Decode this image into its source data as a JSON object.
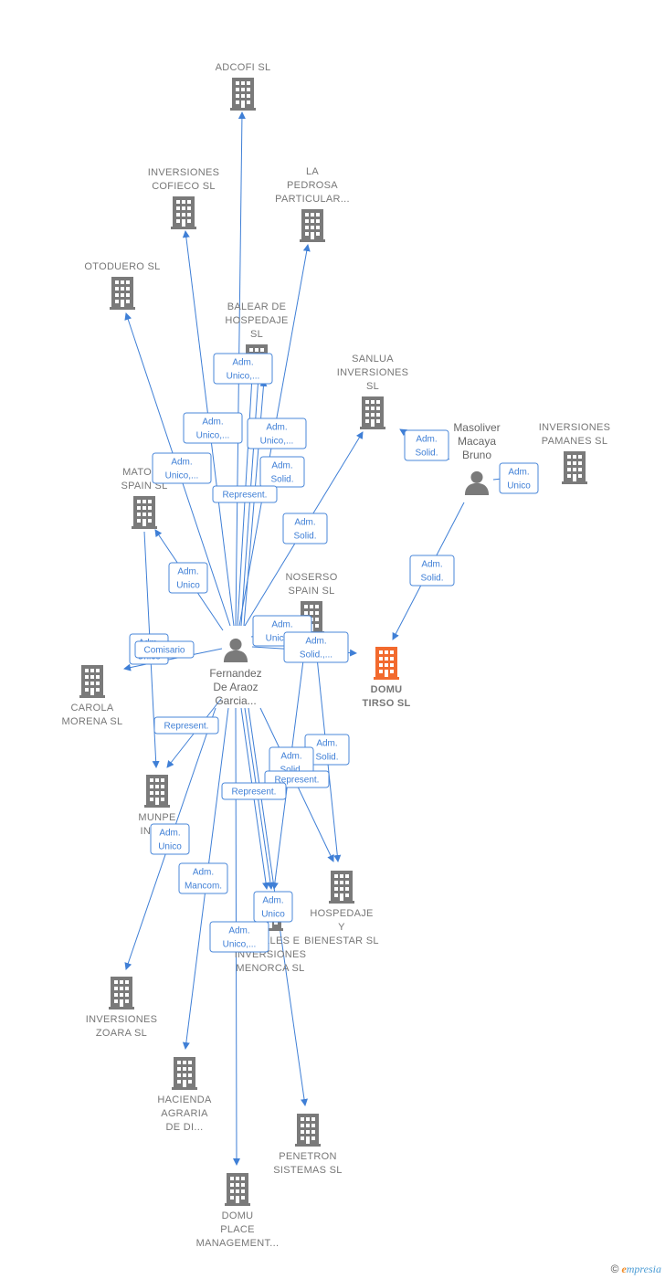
{
  "colors": {
    "edge": "#3f7fd6",
    "company": "#7a7a7a",
    "focus": "#f26a2e",
    "person": "#7a7a7a"
  },
  "persons": {
    "fernandez": {
      "lines": [
        "Fernandez",
        "De Araoz",
        "Garcia..."
      ]
    },
    "masoliver": {
      "lines": [
        "Masoliver",
        "Macaya",
        "Bruno"
      ]
    }
  },
  "companies": {
    "adcofi": {
      "lines": [
        "ADCOFI  SL"
      ]
    },
    "cofieco": {
      "lines": [
        "INVERSIONES",
        "COFIECO  SL"
      ]
    },
    "pedrosa": {
      "lines": [
        "LA",
        "PEDROSA",
        "PARTICULAR..."
      ]
    },
    "otoduero": {
      "lines": [
        "OTODUERO  SL"
      ]
    },
    "balear": {
      "lines": [
        "BALEAR DE",
        "HOSPEDAJE",
        "SL"
      ]
    },
    "sanlua": {
      "lines": [
        "SANLUA",
        "INVERSIONES",
        "SL"
      ]
    },
    "pamanes": {
      "lines": [
        "INVERSIONES",
        "PAMANES  SL"
      ]
    },
    "matoce": {
      "lines": [
        "MATOCE",
        "SPAIN  SL"
      ]
    },
    "noserso": {
      "lines": [
        "NOSERSO",
        "SPAIN  SL"
      ]
    },
    "domu_tirso": {
      "lines": [
        "DOMU",
        "TIRSO  SL"
      ]
    },
    "carola": {
      "lines": [
        "CAROLA",
        "MORENA  SL"
      ]
    },
    "munpe": {
      "lines": [
        "MUNPE",
        "INVE..."
      ]
    },
    "hospedaje": {
      "lines": [
        "HOSPEDAJE",
        "Y",
        "BIENESTAR  SL"
      ]
    },
    "menorca": {
      "lines": [
        "HOTELES E",
        "INVERSIONES",
        "MENORCA  SL"
      ]
    },
    "zoara": {
      "lines": [
        "INVERSIONES",
        "ZOARA  SL"
      ]
    },
    "hacienda": {
      "lines": [
        "HACIENDA",
        "AGRARIA",
        "DE DI..."
      ]
    },
    "penetron": {
      "lines": [
        "PENETRON",
        "SISTEMAS  SL"
      ]
    },
    "domu_place": {
      "lines": [
        "DOMU",
        "PLACE",
        "MANAGEMENT..."
      ]
    }
  },
  "edge_labels": {
    "balear_adm": [
      "Adm.",
      "Unico,..."
    ],
    "cofieco_adm": [
      "Adm.",
      "Unico,..."
    ],
    "pedrosa_adm": [
      "Adm.",
      "Unico,..."
    ],
    "otoduero_adm": [
      "Adm.",
      "Unico,..."
    ],
    "balear_solid": [
      "Adm.",
      "Solid."
    ],
    "balear_represent": [
      "Represent."
    ],
    "sanlua_solid": [
      "Adm.",
      "Solid."
    ],
    "matoce_adm": [
      "Adm.",
      "Unico"
    ],
    "masoliver_sanlua": [
      "Adm.",
      "Solid."
    ],
    "masoliver_pamanes": [
      "Adm.",
      "Unico"
    ],
    "masoliver_domu": [
      "Adm.",
      "Solid."
    ],
    "noserso_adm": [
      "Adm.",
      "Unico,..."
    ],
    "domu_tirso_solid": [
      "Adm.",
      "Solid.,..."
    ],
    "carola_adm": [
      "Adm.",
      "Unico"
    ],
    "carola_comisario": [
      "Comisario"
    ],
    "munpe_represent": [
      "Represent."
    ],
    "munpe_adm": [
      "Adm.",
      "Unico"
    ],
    "hospedaje_solid": [
      "Adm.",
      "Solid."
    ],
    "menorca_solid": [
      "Adm.",
      "Solid."
    ],
    "hospedaje_represent": [
      "Represent."
    ],
    "menorca_represent": [
      "Represent."
    ],
    "hacienda_mancom": [
      "Adm.",
      "Mancom."
    ],
    "penetron_adm": [
      "Adm.",
      "Unico"
    ],
    "domu_place_adm": [
      "Adm.",
      "Unico,..."
    ]
  },
  "footer": {
    "copyright": "©",
    "brand_e": "e",
    "brand_rest": "mpresia"
  }
}
